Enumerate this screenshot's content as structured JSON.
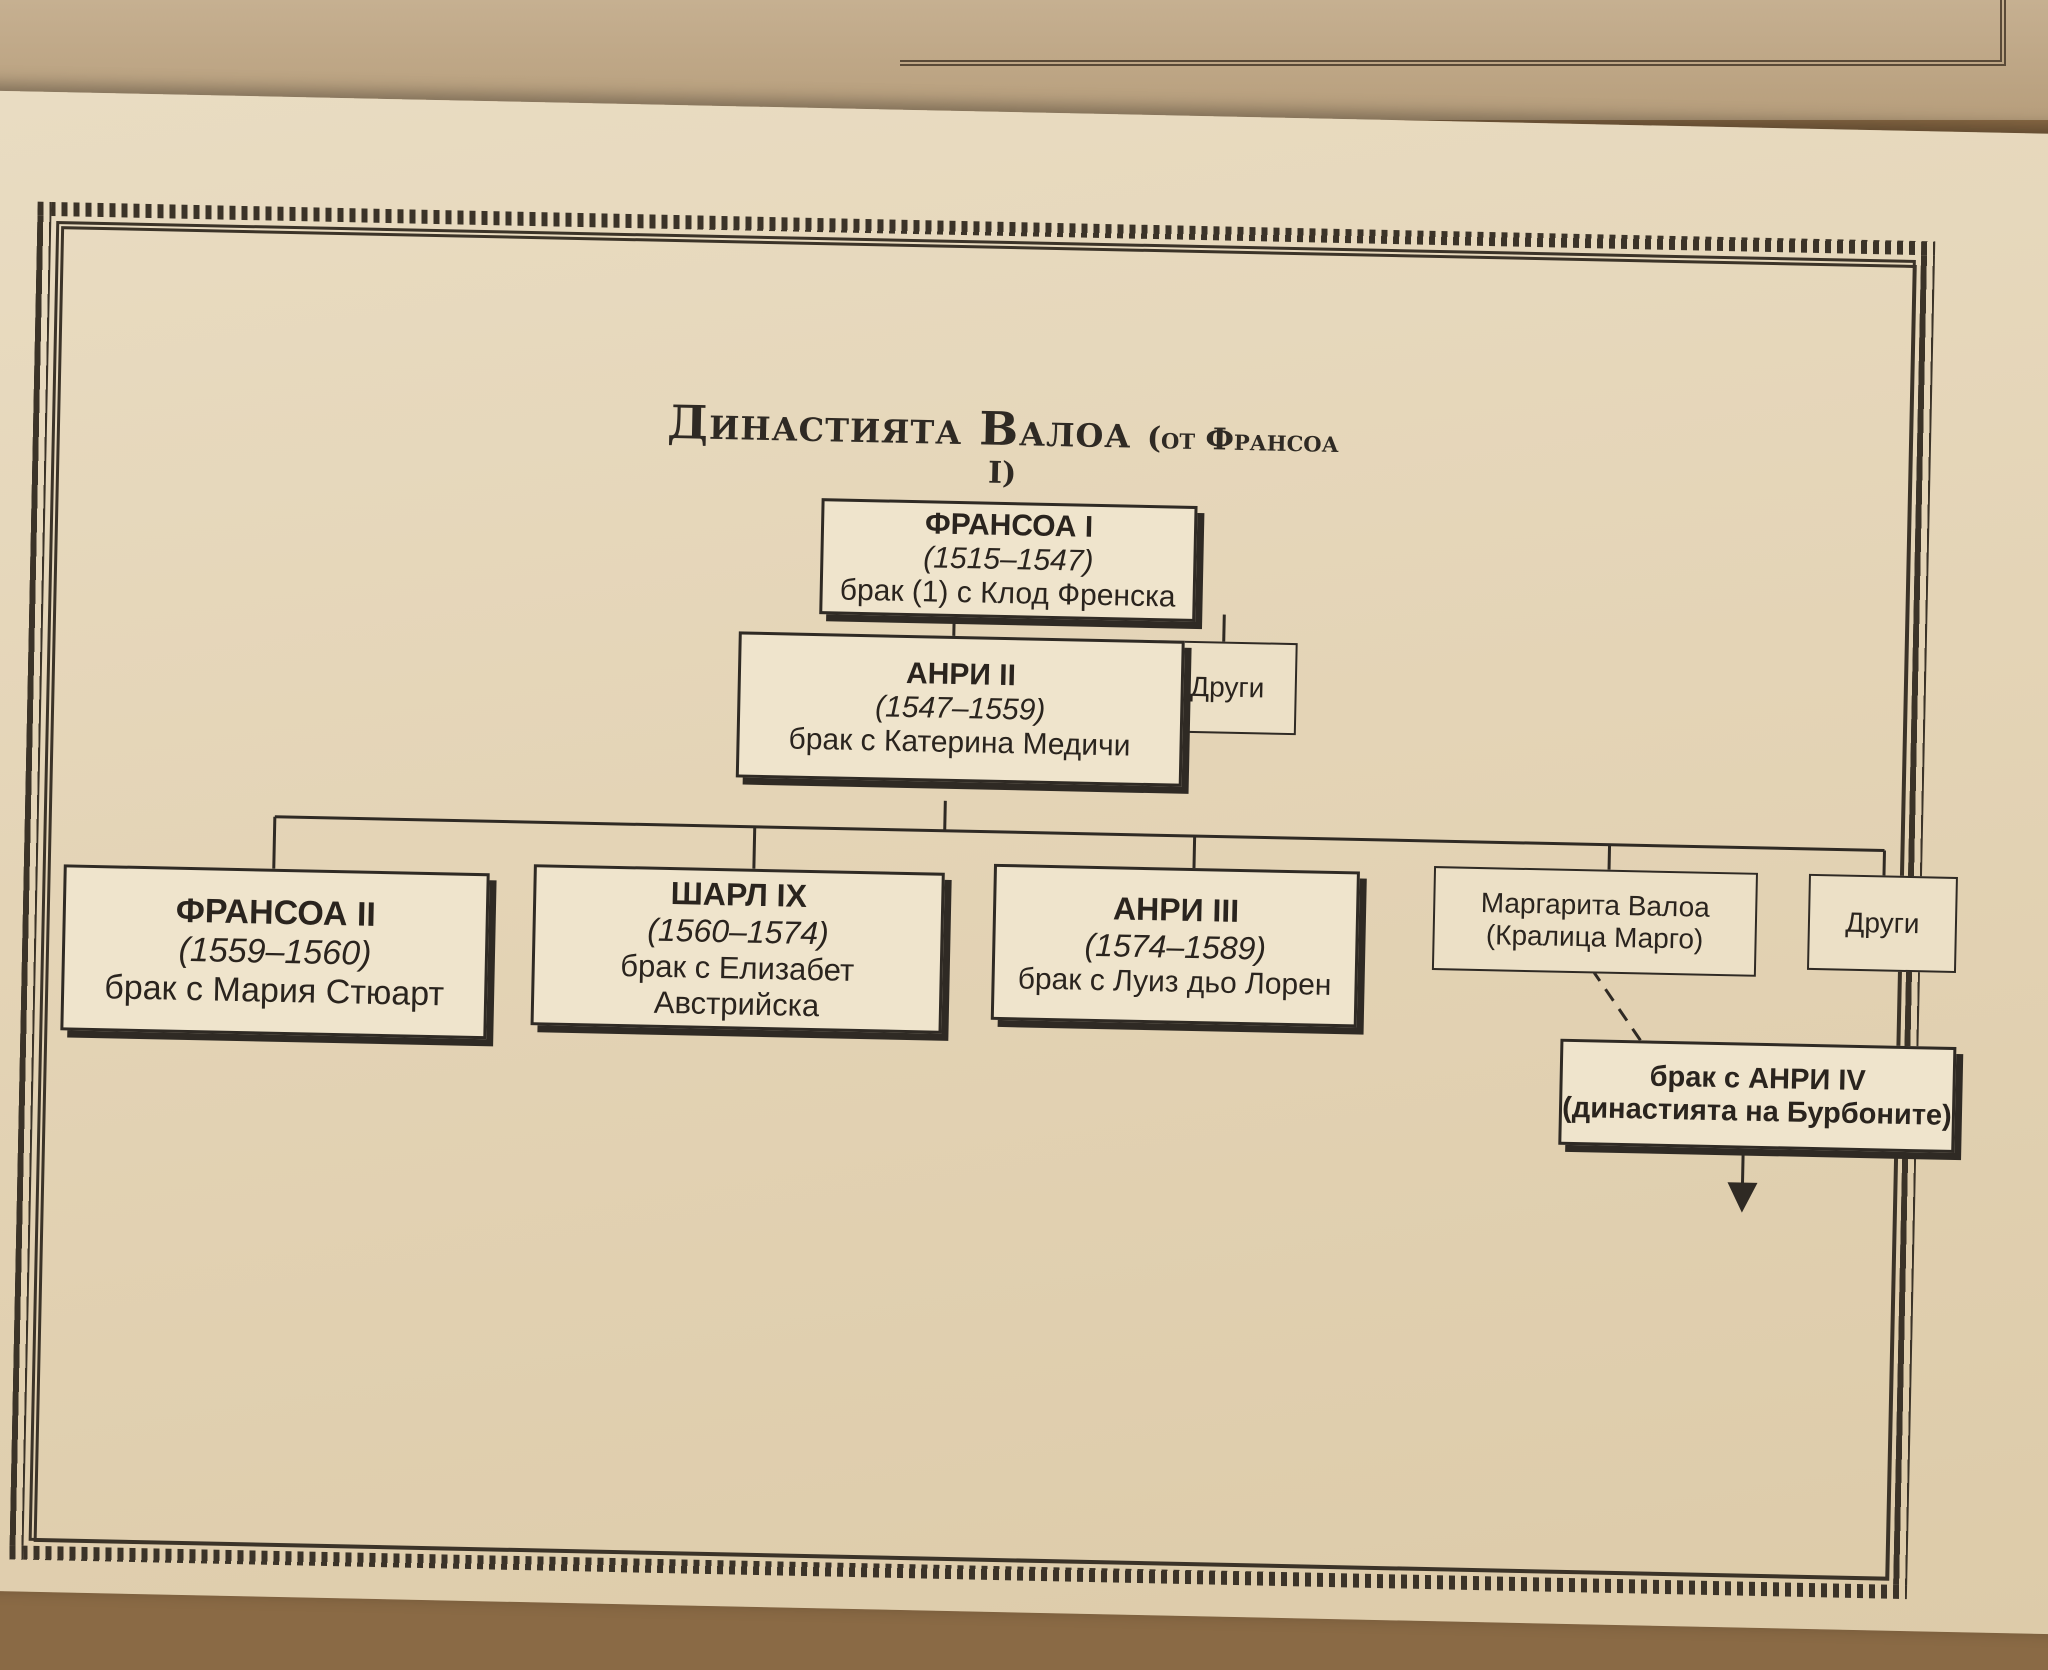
{
  "title": {
    "main": "Династията Валоа",
    "sub": "(от Франсоа I)"
  },
  "tree": {
    "root": {
      "name": "ФРАНСОА I",
      "years": "(1515–1547)",
      "marriage": "брак (1) с Клод Френска"
    },
    "root_others": "Други",
    "gen2": {
      "name": "АНРИ II",
      "years": "(1547–1559)",
      "marriage": "брак с Катерина Медичи"
    },
    "children": [
      {
        "name": "ФРАНСОА II",
        "years": "(1559–1560)",
        "marriage": "брак с Мария Стюарт"
      },
      {
        "name": "ШАРЛ IX",
        "years": "(1560–1574)",
        "marriage": "брак с Елизабет Австрийска"
      },
      {
        "name": "АНРИ III",
        "years": "(1574–1589)",
        "marriage": "брак с Луиз дьо Лорен"
      }
    ],
    "margot": {
      "line1": "Маргарита Валоа",
      "line2": "(Кралица Марго)"
    },
    "children_others": "Други",
    "bourbon": {
      "line1": "брак с АНРИ IV",
      "line2": "(династията на Бурбоните)"
    }
  },
  "colors": {
    "ink": "#2f2a24",
    "paper": "#e9dcc2"
  }
}
